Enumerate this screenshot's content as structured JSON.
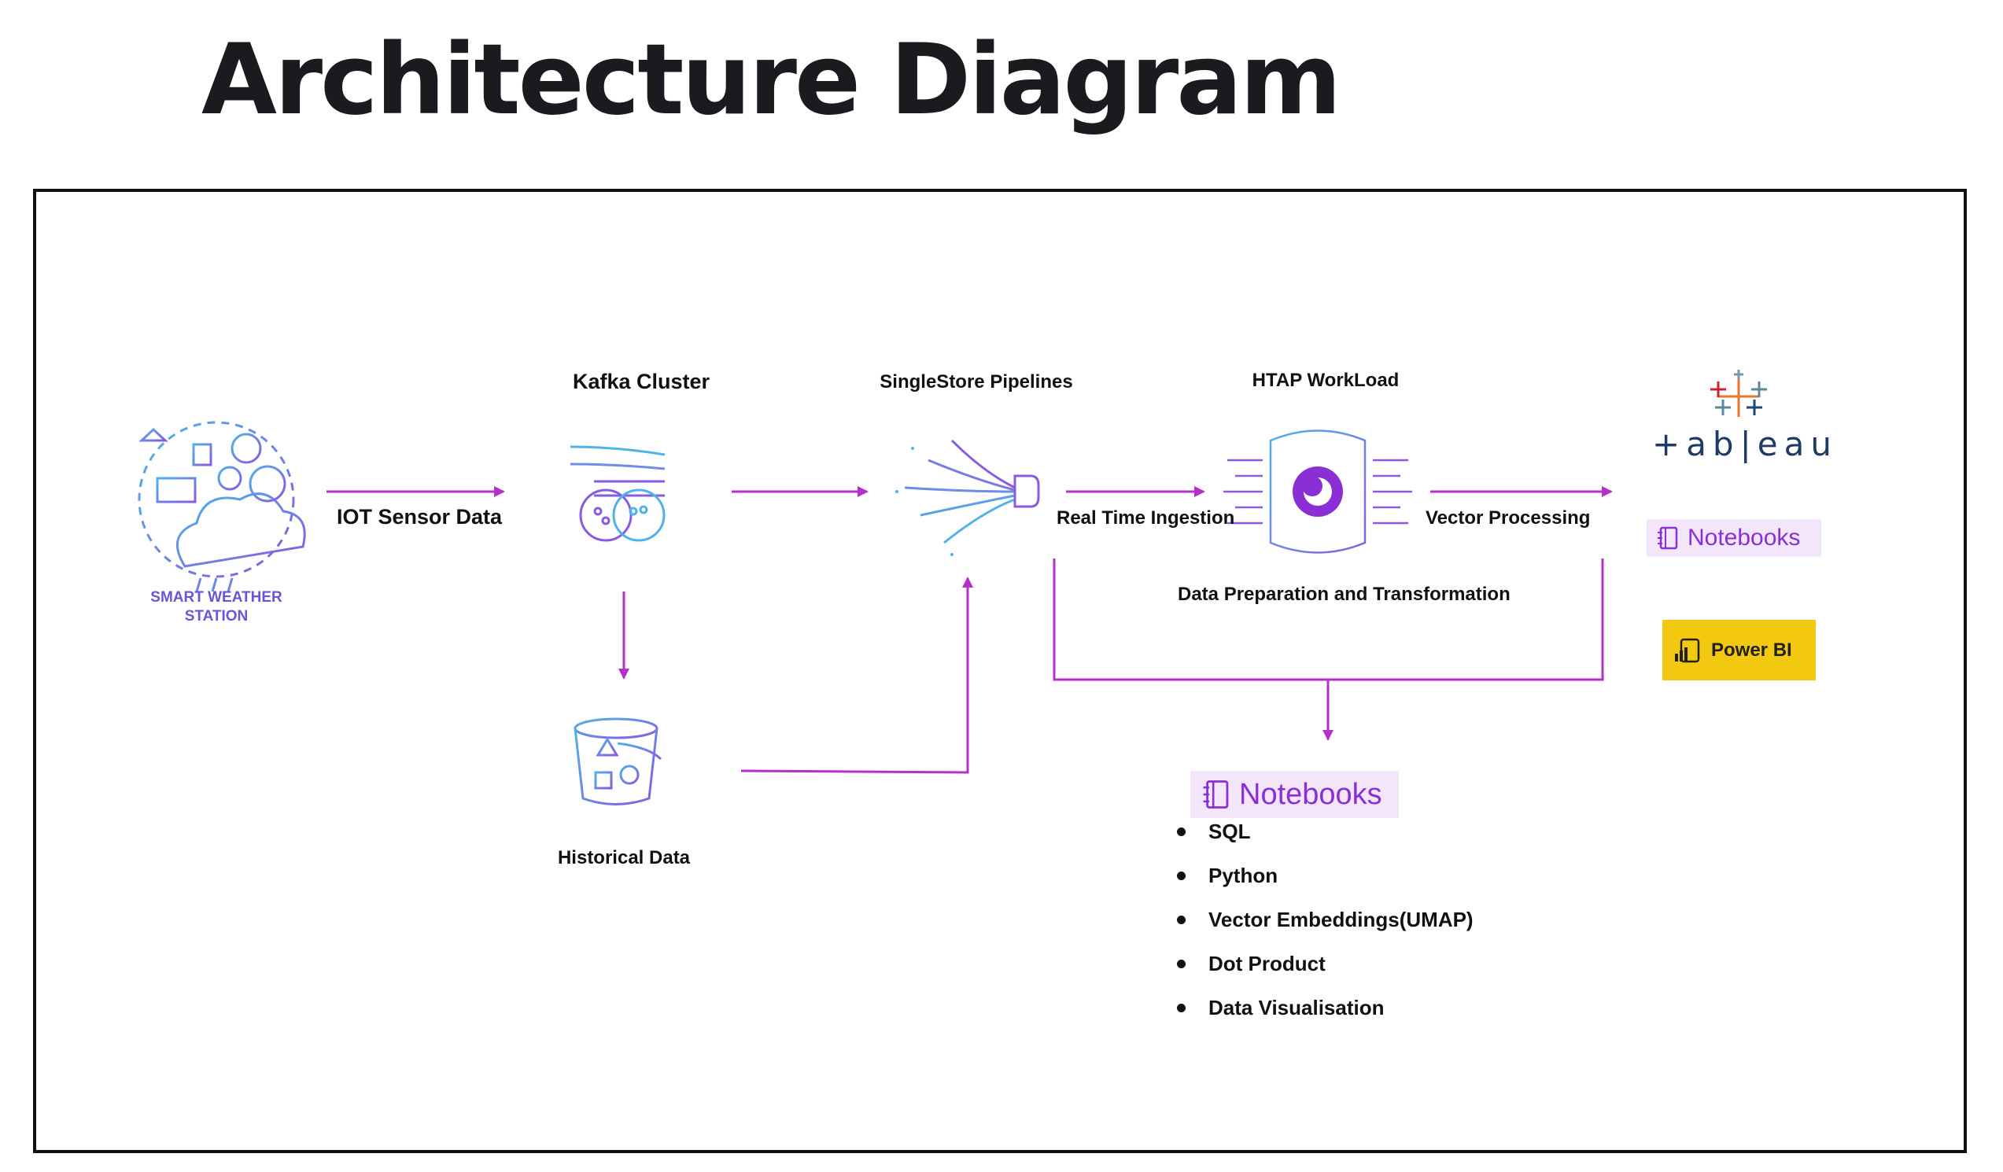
{
  "title": "Architecture Diagram",
  "source": {
    "label_line1": "SMART WEATHER",
    "label_line2": "STATION"
  },
  "edges": {
    "iot": "IOT Sensor Data",
    "ingest": "Real Time Ingestion",
    "vector": "Vector Processing",
    "prep": "Data Preparation and Transformation"
  },
  "nodes": {
    "kafka": "Kafka Cluster",
    "pipelines": "SingleStore Pipelines",
    "htap": "HTAP WorkLoad",
    "historical": "Historical Data"
  },
  "consumers": {
    "tableau": "+ab|eau",
    "notebooks": "Notebooks",
    "powerbi": "Power BI"
  },
  "notebooks_panel": {
    "title": "Notebooks",
    "items": [
      "SQL",
      "Python",
      "Vector Embeddings(UMAP)",
      "Dot Product",
      "Data Visualisation"
    ]
  },
  "colors": {
    "arrow": "#b52fc9",
    "brand_purple": "#8a2fd6",
    "powerbi": "#f2c811"
  }
}
